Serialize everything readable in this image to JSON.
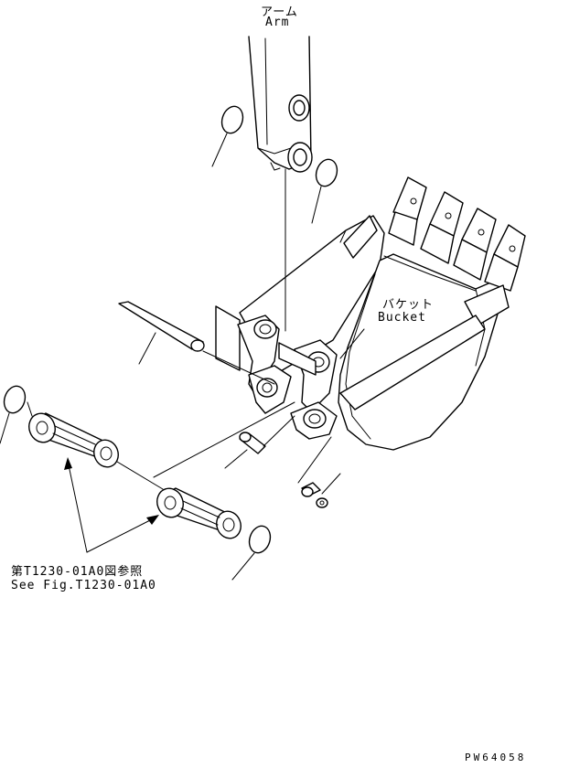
{
  "labels": {
    "arm_jp": "アーム",
    "arm_en": "Arm",
    "bucket_jp": "バケット",
    "bucket_en": "Bucket",
    "ref_jp": "第T1230-01A0図参照",
    "ref_en": "See Fig.T1230-01A0",
    "code": "PW64058"
  }
}
